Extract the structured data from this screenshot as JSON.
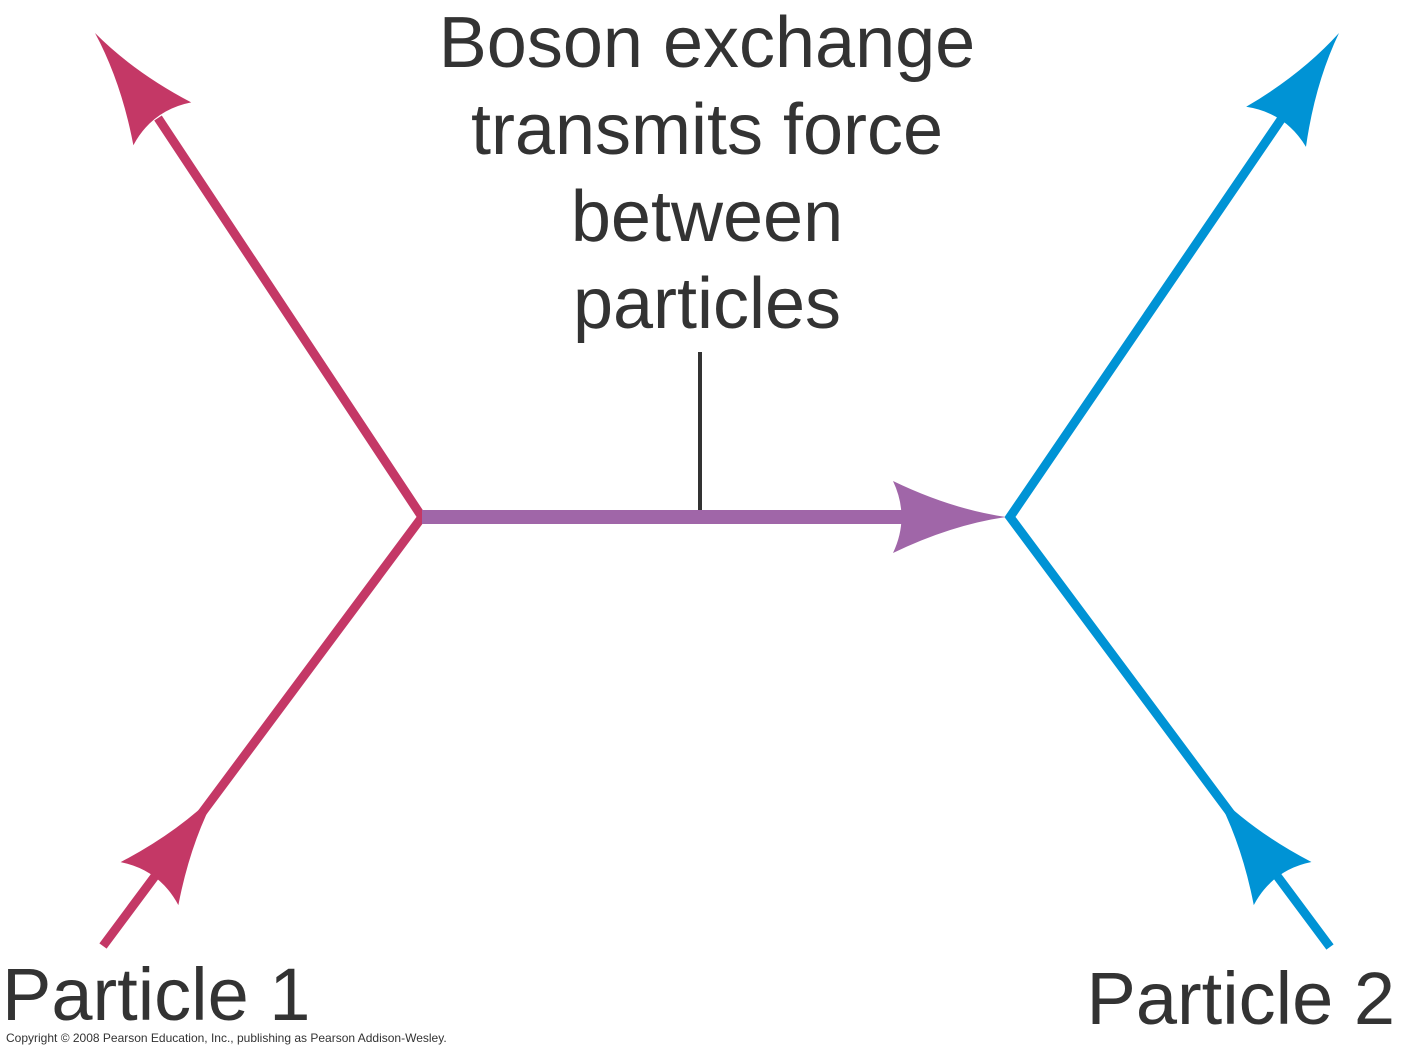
{
  "caption": {
    "lines": [
      "Boson exchange",
      "transmits force",
      "between",
      "particles"
    ]
  },
  "labels": {
    "particle1": "Particle 1",
    "particle2": "Particle 2"
  },
  "copyright": "Copyright © 2008 Pearson Education, Inc., publishing as Pearson Addison-Wesley.",
  "colors": {
    "particle1": "#c43866",
    "boson": "#a066a8",
    "particle2": "#0093d5",
    "text": "#333333"
  }
}
